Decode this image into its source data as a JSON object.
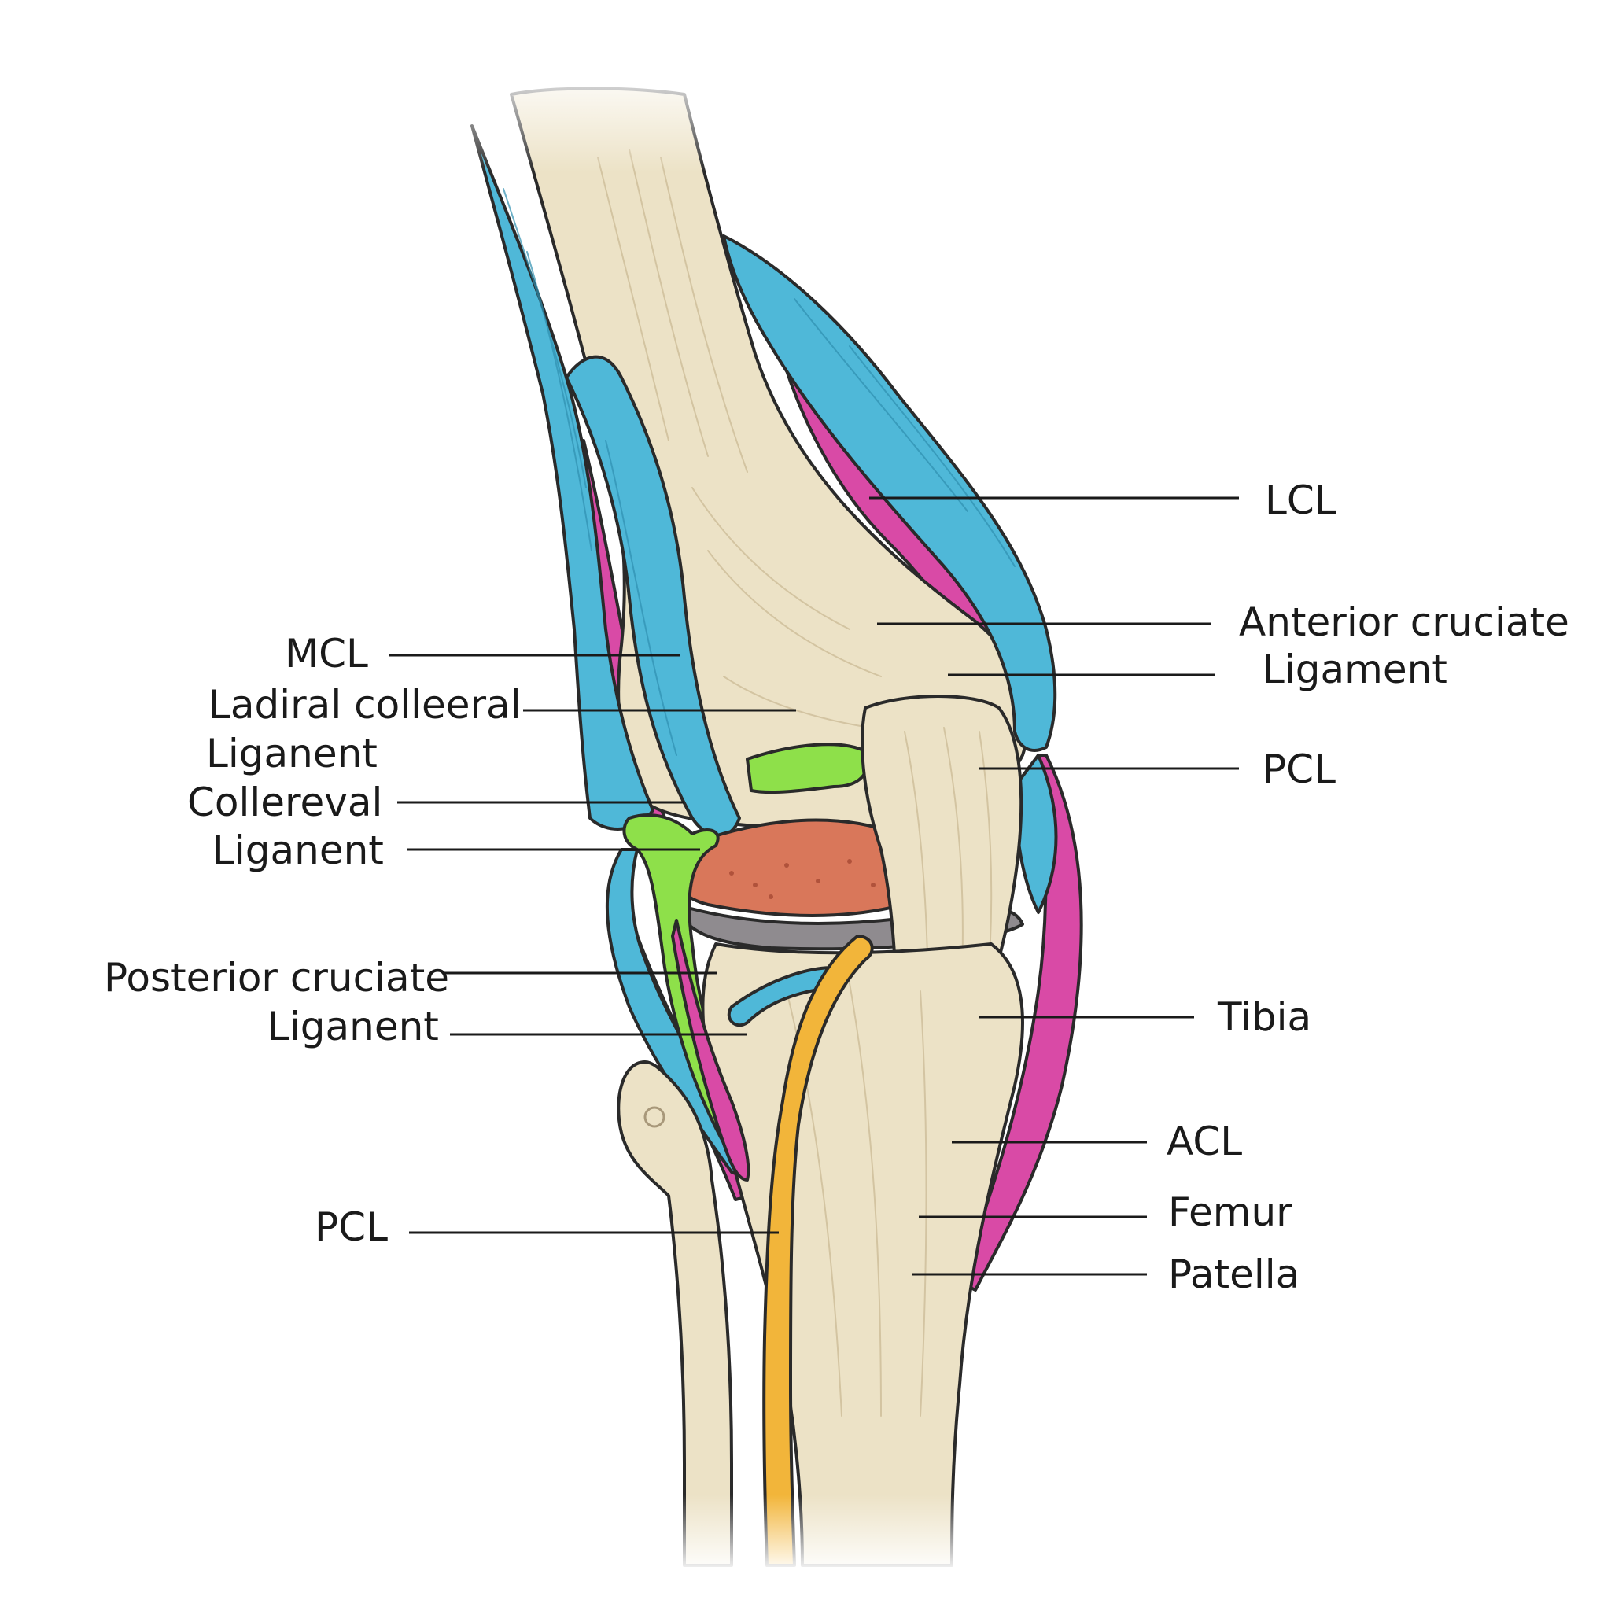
{
  "colors": {
    "bone": "#ece2c6",
    "bone_shade": "#d9c9a3",
    "muscle_blue": "#4fb8d8",
    "muscle_magenta": "#d94aa6",
    "ligament_green": "#8ee04a",
    "meniscus_orange": "#d9775a",
    "cartilage_gray": "#8f8b8f",
    "nerve_yellow": "#f2b53a",
    "outline": "#2a2a2a",
    "text": "#1a1a1a"
  },
  "labels_right": [
    {
      "text": "LCL"
    },
    {
      "text": "Anterior cruciate"
    },
    {
      "text": "Ligament"
    },
    {
      "text": "PCL"
    },
    {
      "text": "Tibia"
    },
    {
      "text": "ACL"
    },
    {
      "text": "Femur"
    },
    {
      "text": "Patella"
    }
  ],
  "labels_left": [
    {
      "text": "MCL"
    },
    {
      "text": "Ladiral colleeral"
    },
    {
      "text": "Liganent"
    },
    {
      "text": "Collereval"
    },
    {
      "text": "Liganent"
    },
    {
      "text": "Posterior cruciate"
    },
    {
      "text": "Liganent"
    },
    {
      "text": "PCL"
    }
  ]
}
